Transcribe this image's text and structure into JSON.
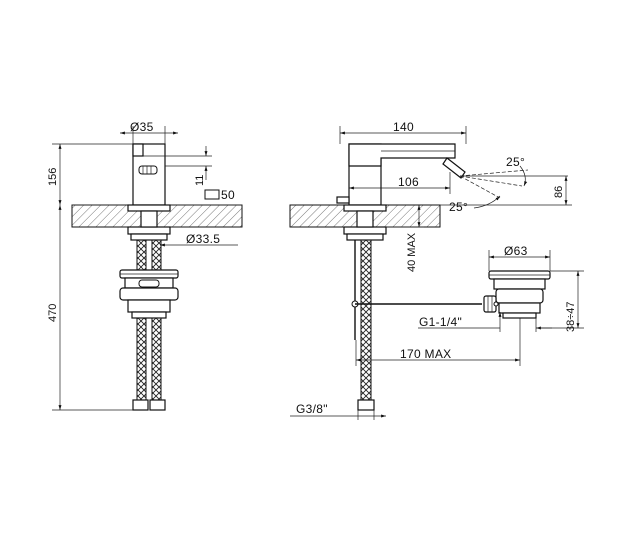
{
  "front_view": {
    "dia_top": "Ø35",
    "height_top": "156",
    "spout_gap": "11",
    "square_size": "50",
    "dia_shank": "Ø33.5",
    "total_height": "470"
  },
  "side_view": {
    "length": "140",
    "spout_reach": "106",
    "angle_up": "25°",
    "angle_down": "25°",
    "spray_height": "86",
    "deck_thickness": "40 MAX",
    "connection": "G3/8\"",
    "pipe_length": "170 MAX"
  },
  "waste": {
    "dia": "Ø63",
    "thread": "G1-1/4\"",
    "height_range": "38÷47"
  }
}
